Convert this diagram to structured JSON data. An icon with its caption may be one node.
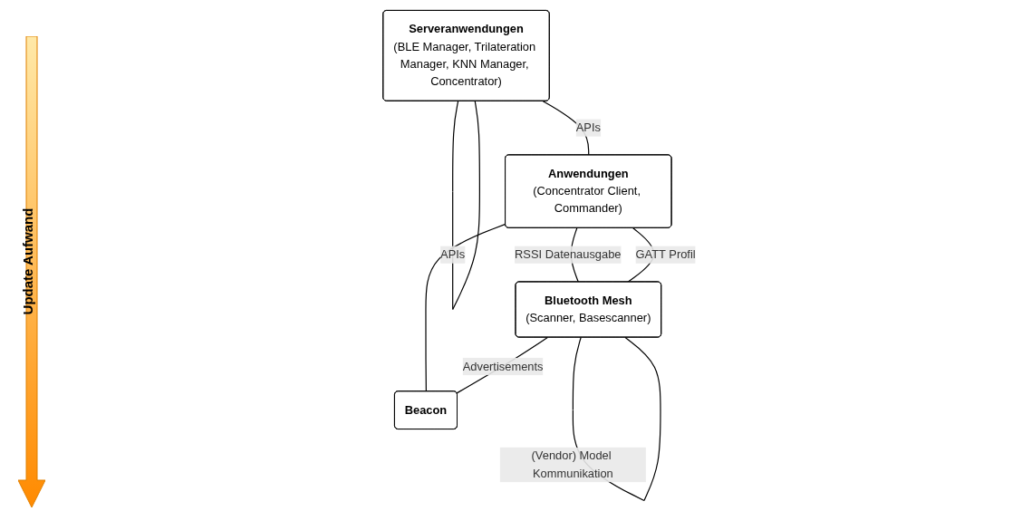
{
  "diagram": {
    "nodes": [
      {
        "text": [
          "Serveranwendungen",
          "(BLE Manager, Trilateration Manager, KNN Manager, Concentrator)"
        ]
      },
      {
        "text": [
          "Anwendungen",
          "(Concentrator Client, Commander)"
        ]
      },
      {
        "text": [
          "Bluetooth Mesh",
          "(Scanner, Basescanner)"
        ]
      },
      {
        "text": [
          "Beacon"
        ]
      }
    ],
    "edges": [
      {
        "from": 0,
        "to": 0,
        "arrow": "none",
        "label": "APIs"
      },
      {
        "from": 0,
        "to": 1,
        "arrow": "none",
        "label": "APIs"
      },
      {
        "from": 1,
        "to": 2,
        "arrow": "none",
        "label": "RSSI Datenausgabe"
      },
      {
        "from": 1,
        "to": 2,
        "arrow": "none",
        "label": "GATT Profil"
      },
      {
        "from": 1,
        "to": 3,
        "arrow": "none"
      },
      {
        "from": 2,
        "to": 2,
        "arrow": "none",
        "label": "(Vendor) Model Kommunikation"
      },
      {
        "from": 2,
        "to": 3,
        "arrow": "none",
        "label": "Advertisements"
      }
    ],
    "labels": [
      "Update Aufwand"
    ]
  }
}
